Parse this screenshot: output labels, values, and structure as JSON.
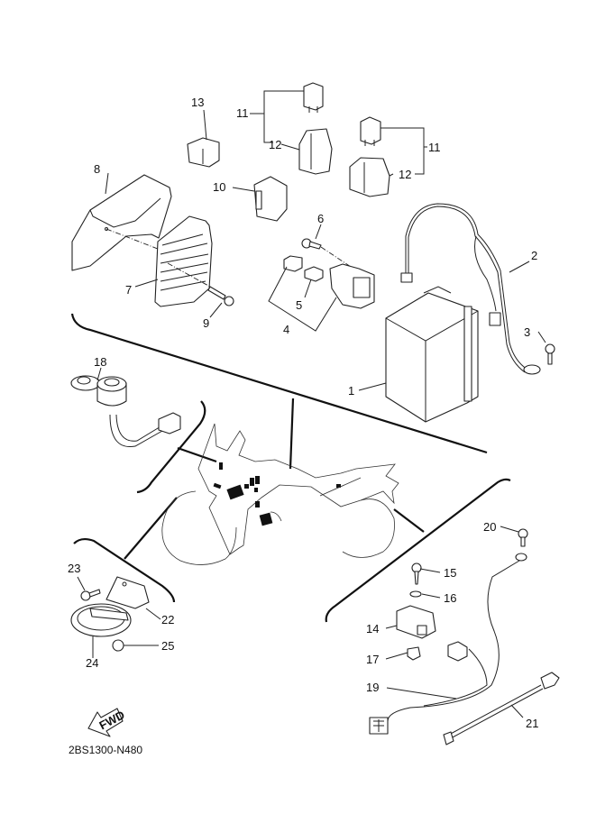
{
  "diagram": {
    "title": "Electrical parts exploded view",
    "drawing_code": "2BS1300-N480",
    "fwd_label": "FWD",
    "callouts": [
      {
        "id": "1",
        "label": "1"
      },
      {
        "id": "2",
        "label": "2"
      },
      {
        "id": "3",
        "label": "3"
      },
      {
        "id": "4",
        "label": "4"
      },
      {
        "id": "5",
        "label": "5"
      },
      {
        "id": "6",
        "label": "6"
      },
      {
        "id": "7",
        "label": "7"
      },
      {
        "id": "8",
        "label": "8"
      },
      {
        "id": "9",
        "label": "9"
      },
      {
        "id": "10",
        "label": "10"
      },
      {
        "id": "11a",
        "label": "11"
      },
      {
        "id": "11b",
        "label": "11"
      },
      {
        "id": "12a",
        "label": "12"
      },
      {
        "id": "12b",
        "label": "12"
      },
      {
        "id": "13",
        "label": "13"
      },
      {
        "id": "14",
        "label": "14"
      },
      {
        "id": "15",
        "label": "15"
      },
      {
        "id": "16",
        "label": "16"
      },
      {
        "id": "17",
        "label": "17"
      },
      {
        "id": "18",
        "label": "18"
      },
      {
        "id": "19",
        "label": "19"
      },
      {
        "id": "20",
        "label": "20"
      },
      {
        "id": "21",
        "label": "21"
      },
      {
        "id": "22",
        "label": "22"
      },
      {
        "id": "23",
        "label": "23"
      },
      {
        "id": "24",
        "label": "24"
      },
      {
        "id": "25",
        "label": "25"
      }
    ]
  }
}
